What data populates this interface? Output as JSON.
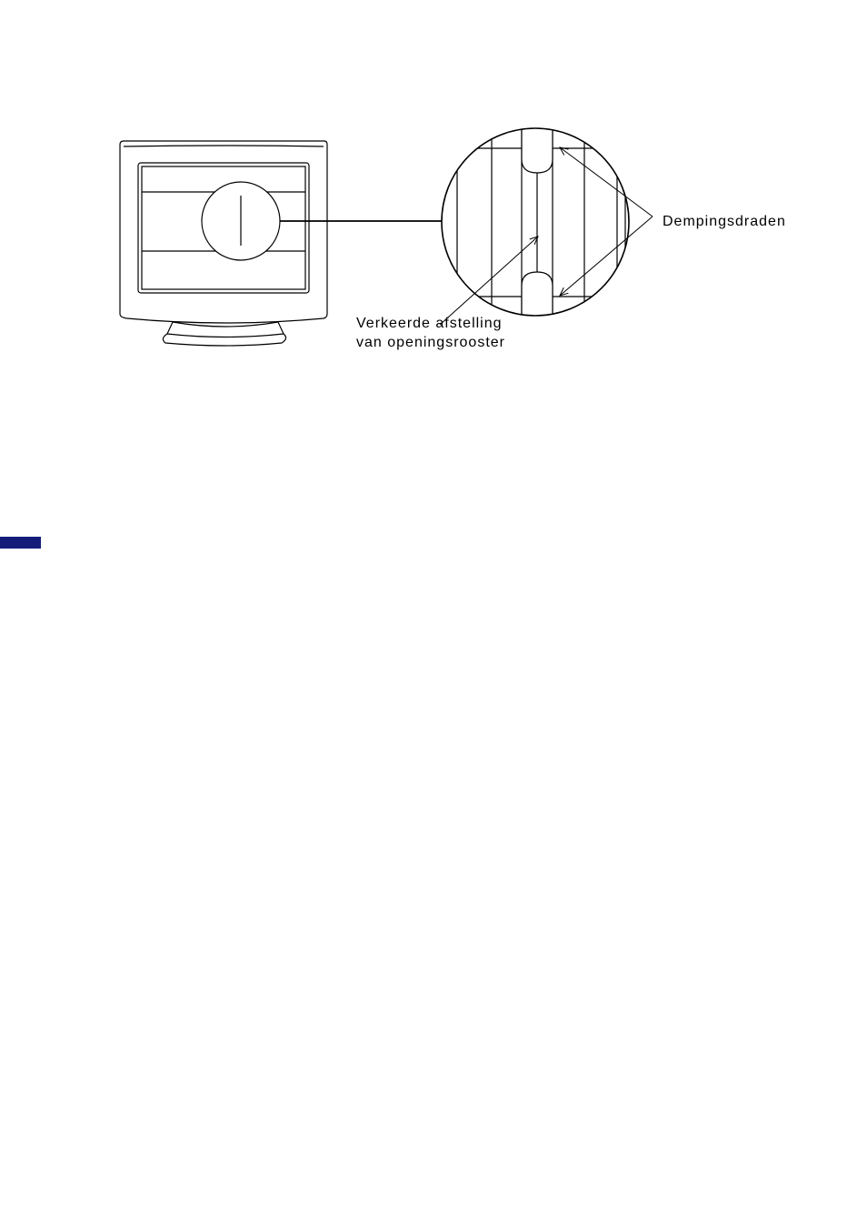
{
  "labels": {
    "damping_wires": "Dempingsdraden",
    "misalignment_line1": "Verkeerde afstelling",
    "misalignment_line2": "van openingsrooster"
  },
  "colors": {
    "line": "#000000",
    "background": "#ffffff",
    "side_tab": "#141c7a"
  }
}
